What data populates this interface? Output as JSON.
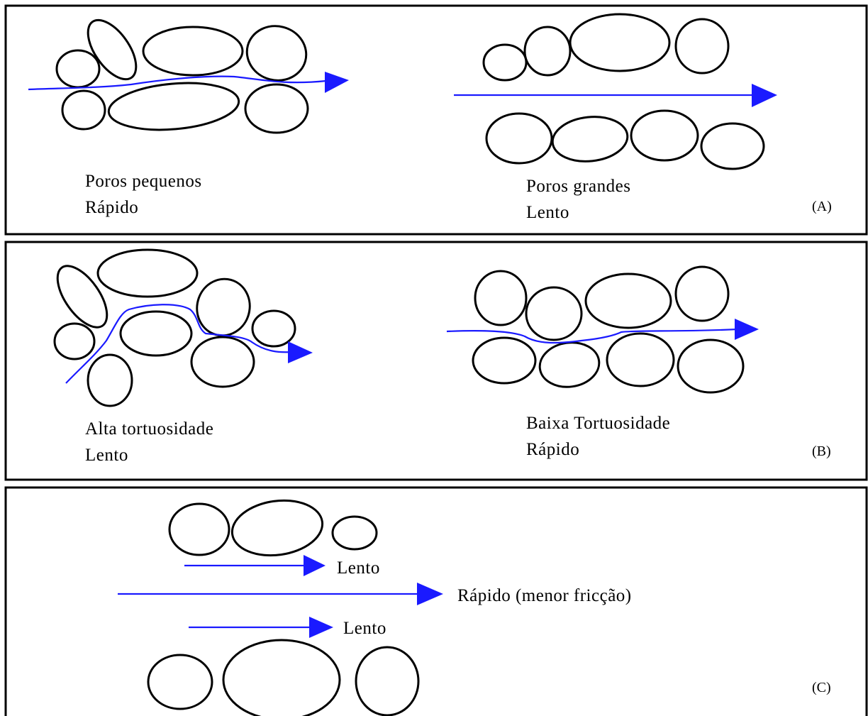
{
  "panels": [
    {
      "tag": "(A)",
      "left": {
        "line1": "Poros pequenos",
        "line2": "Rápido"
      },
      "right": {
        "line1": "Poros grandes",
        "line2": "Lento"
      }
    },
    {
      "tag": "(B)",
      "left": {
        "line1": "Alta tortuosidade",
        "line2": "Lento"
      },
      "right": {
        "line1": "Baixa Tortuosidade",
        "line2": "Rápido"
      }
    },
    {
      "tag": "(C)",
      "top_arrow_label": "Lento",
      "middle_arrow_label": "Rápido (menor fricção)",
      "bottom_arrow_label": "Lento"
    }
  ],
  "colors": {
    "flow": "#1a1aff",
    "outline": "#000000"
  }
}
